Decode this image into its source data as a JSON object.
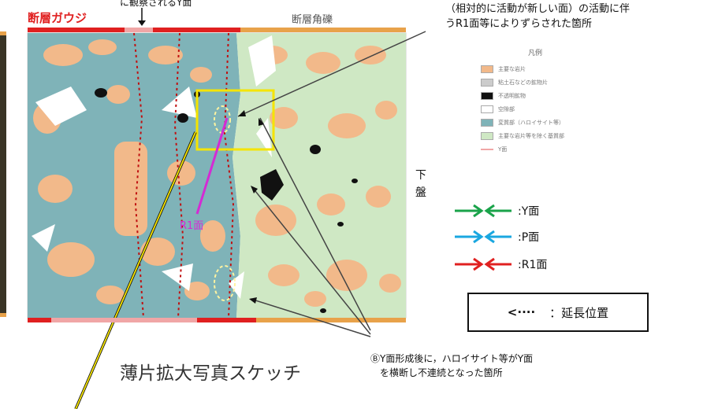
{
  "labels": {
    "gouge": "断層ガウジ",
    "observed_y": "に観察されるY面",
    "breccia": "断層角礫",
    "r1_label": "R1面",
    "lower": "下",
    "lower2": "盤",
    "caption": "薄片拡大写真スケッチ",
    "note_top_line1": "（相対的に活動が新しい面）の活動に伴",
    "note_top_line2": "うR1面等によりずらされた箇所",
    "note_bottom_line1": "ⒷY面形成後に，ハロイサイト等がY面",
    "note_bottom_line2": "を横断し不連続となった箇所"
  },
  "legend": {
    "title": "凡例",
    "items": [
      {
        "label": "主要な岩片",
        "color": "#f2b98a"
      },
      {
        "label": "粘土石などの鉱物片",
        "color": "#cccccc"
      },
      {
        "label": "不透明鉱物",
        "color": "#111111"
      },
      {
        "label": "空隙部",
        "color": "#ffffff"
      },
      {
        "label": "変質部（ハロイサイト等）",
        "color": "#7fb3b8"
      },
      {
        "label": "主要な岩片等を除く基質部",
        "color": "#cfe8c4"
      },
      {
        "label": "Y面",
        "color": "#f0a6a6"
      }
    ]
  },
  "plane_arrows": [
    {
      "label": ":Y面",
      "color": "#1aa34a"
    },
    {
      "label": ":P面",
      "color": "#1aa7e0"
    },
    {
      "label": ":R1面",
      "color": "#e02020"
    }
  ],
  "extension": {
    "glyph": "<····",
    "label": "：延長位置"
  },
  "colors": {
    "gouge_red": "#e02020",
    "breccia_orange": "#e8a24a",
    "matrix_teal": "#7fb3b8",
    "matrix_green": "#cfe8c4",
    "fragment_orange": "#f2b98a",
    "yellow_box": "#f5e400",
    "r1_magenta": "#d42bd4"
  }
}
